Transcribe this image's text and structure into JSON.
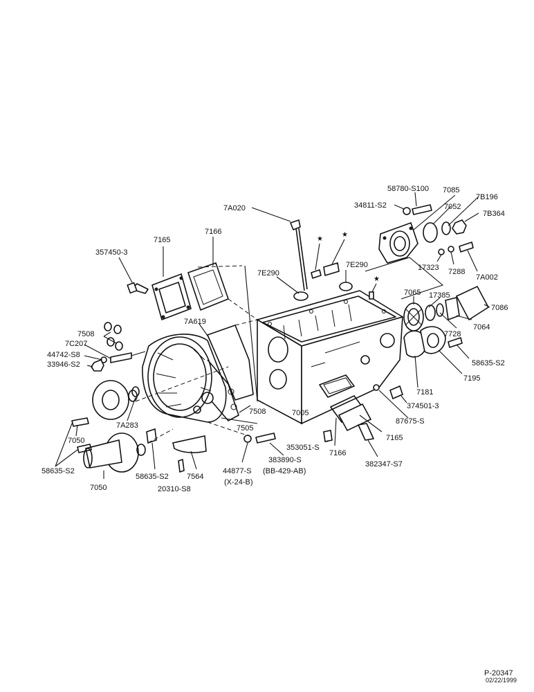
{
  "labels": {
    "p58780": "58780-S100",
    "p7085": "7085",
    "p34811": "34811-S2",
    "p7b196": "7B196",
    "p7052": "7052",
    "p7a020": "7A020",
    "p7b364": "7B364",
    "p7165top": "7165",
    "p7166top": "7166",
    "p357450": "357450-3",
    "p17323": "17323",
    "p7288": "7288",
    "p7a002": "7A002",
    "p7e290a": "7E290",
    "p7e290b": "7E290",
    "p7065": "7065",
    "p17385": "17385",
    "p7086": "7086",
    "p7064": "7064",
    "p7728": "7728",
    "p7a619": "7A619",
    "p7508a": "7508",
    "p7c207": "7C207",
    "p44742": "44742-S8",
    "p33946": "33946-S2",
    "p58635r": "58635-S2",
    "p7195": "7195",
    "p7181": "7181",
    "p7508b": "7508",
    "p374501": "374501-3",
    "p7a283": "7A283",
    "p7505": "7505",
    "p7005": "7005",
    "p87675": "87675-S",
    "p7050a": "7050",
    "p7165b": "7165",
    "p353051": "353051-S",
    "p7166b": "7166",
    "p382347": "382347-S7",
    "p58635l": "58635-S2",
    "p58635m": "58635-S2",
    "p7564": "7564",
    "p44877": "44877-S",
    "p44877b": "(X-24-B)",
    "p383890": "383890-S",
    "p383890b": "(BB-429-AB)",
    "p7050b": "7050",
    "p20310": "20310-S8"
  },
  "stars": [
    "★",
    "★",
    "★"
  ],
  "reference": {
    "id": "P-20347",
    "date": "02/22/1999"
  }
}
